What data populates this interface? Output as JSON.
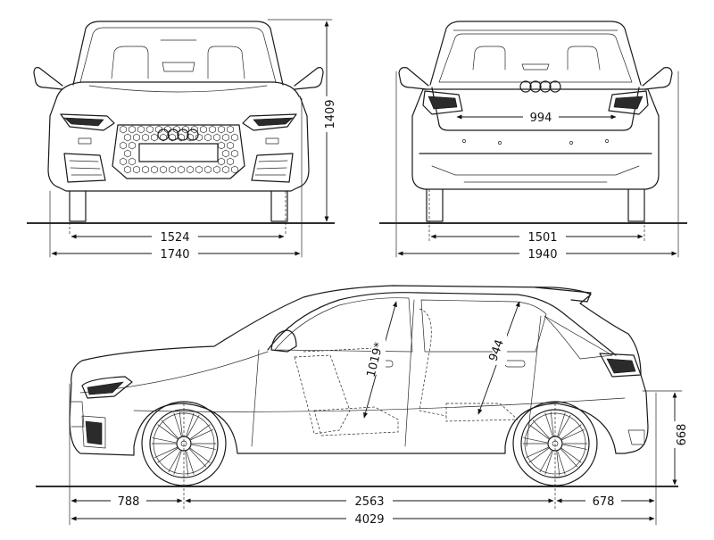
{
  "dimensions": {
    "front_height": "1409",
    "front_track": "1524",
    "front_width": "1740",
    "rear_window": "994",
    "rear_track": "1501",
    "rear_width_mirrors": "1940",
    "front_headroom": "1019*",
    "rear_headroom": "944",
    "rear_clearance_height": "668",
    "front_overhang": "788",
    "wheelbase": "2563",
    "rear_overhang": "678",
    "total_length": "4029"
  }
}
